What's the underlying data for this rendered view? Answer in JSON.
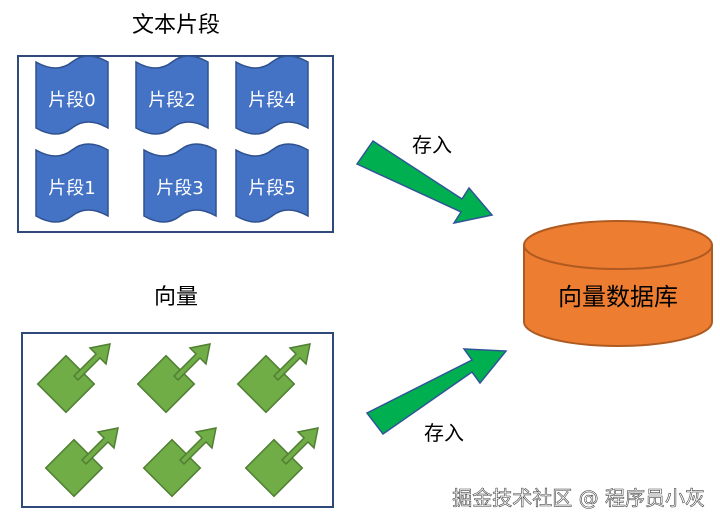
{
  "text_section": {
    "title": "文本片段",
    "segments": [
      "片段0",
      "片段2",
      "片段4",
      "片段1",
      "片段3",
      "片段5"
    ]
  },
  "vector_section": {
    "title": "向量",
    "vector_count": 6
  },
  "flows": {
    "top_label": "存入",
    "bottom_label": "存入"
  },
  "database": {
    "label": "向量数据库"
  },
  "watermark": "掘金技术社区 @ 程序员小灰",
  "colors": {
    "segment_fill": "#4472c4",
    "segment_stroke": "#2f528f",
    "vector_fill": "#70ad47",
    "vector_stroke": "#507e32",
    "arrow_fill": "#00b050",
    "arrow_stroke": "#2f5597",
    "db_fill": "#ed7d31",
    "db_stroke": "#ae5a21",
    "box_stroke": "#2f4a7a"
  }
}
